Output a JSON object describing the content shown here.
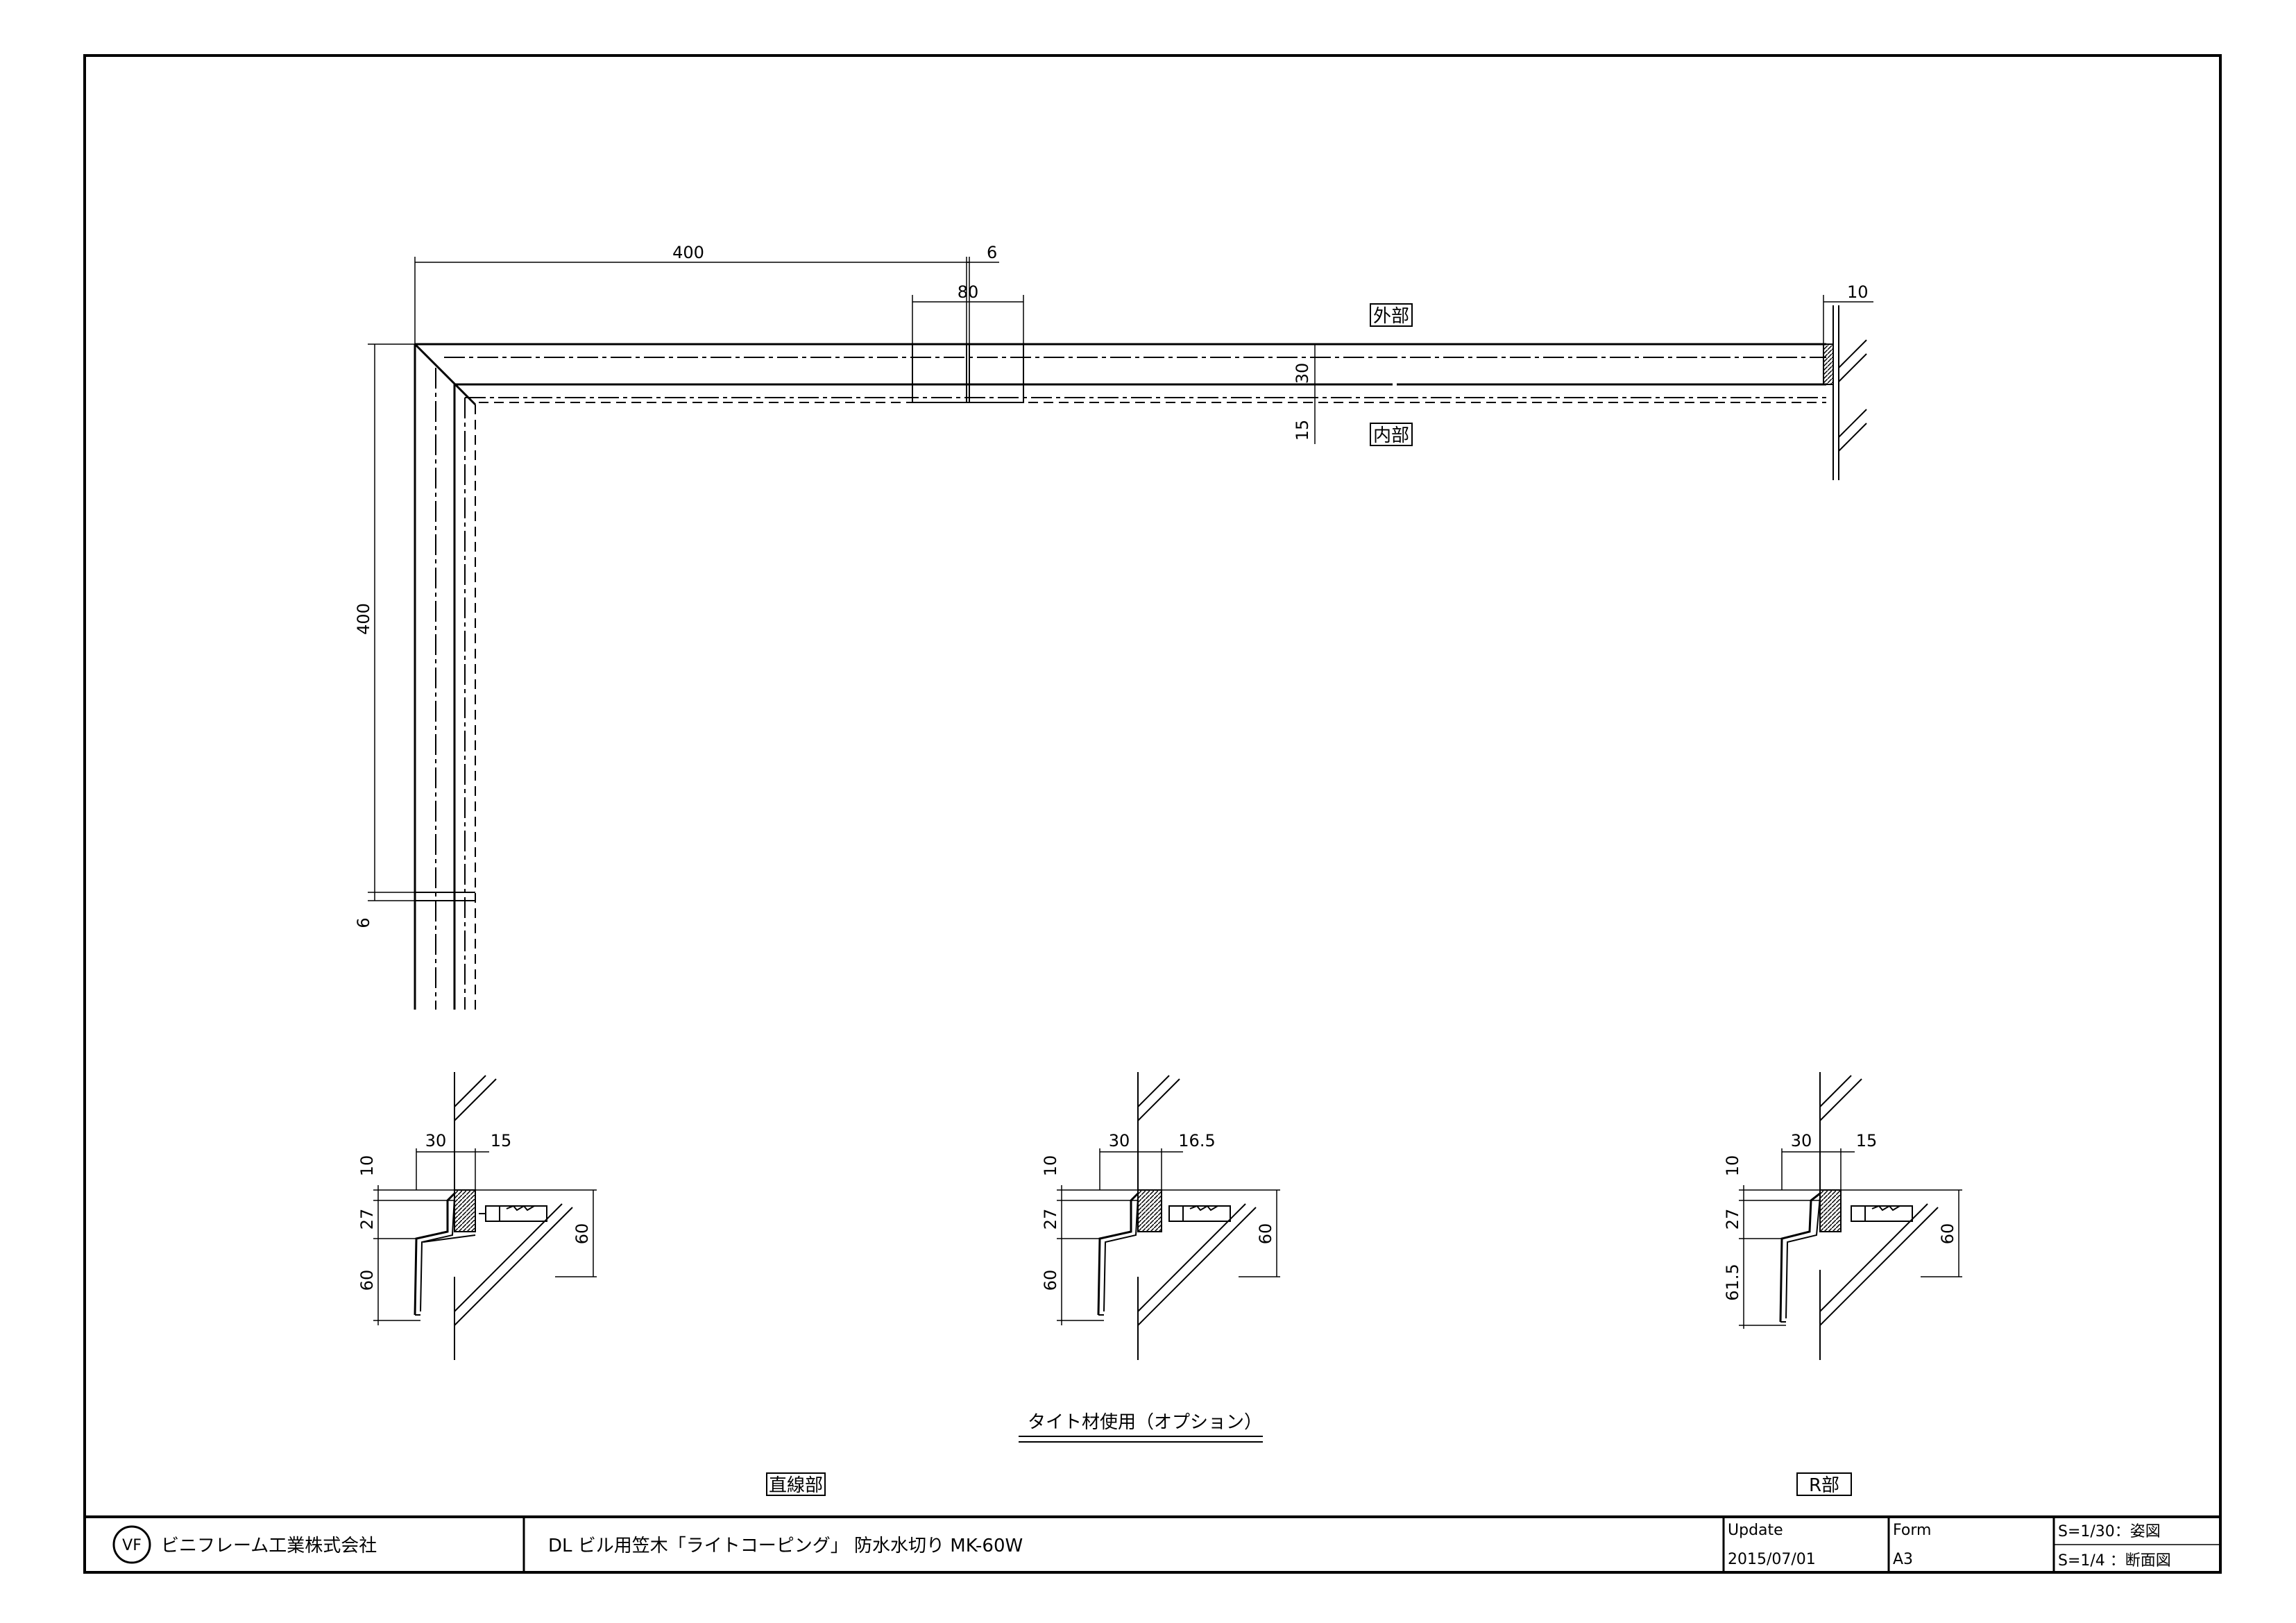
{
  "labels": {
    "outer": "外部",
    "inner": "内部",
    "tight_material": "タイト材使用（オプション）",
    "straight_part": "直線部",
    "r_part": "R部"
  },
  "plan_dims": {
    "length_h": "400",
    "gap": "6",
    "joint": "80",
    "end_gap": "10",
    "width_outer": "30",
    "width_inner": "15",
    "length_v": "400",
    "gap_v": "6"
  },
  "sections": [
    {
      "name": "left",
      "top_w": "30",
      "right_w": "15",
      "h1": "10",
      "h2": "27",
      "h3": "60",
      "total": "60"
    },
    {
      "name": "center",
      "top_w": "30",
      "right_w": "16.5",
      "h1": "10",
      "h2": "27",
      "h3": "60",
      "total": "60"
    },
    {
      "name": "right",
      "top_w": "30",
      "right_w": "15",
      "h1": "10",
      "h2": "27",
      "h3": "61.5",
      "total": "60"
    }
  ],
  "title_block": {
    "company": "ビニフレーム工業株式会社",
    "logo_text": "VF",
    "title": "DL ビル用笠木「ライトコーピング」 防水水切り MK-60W",
    "update_label": "Update",
    "update_value": "2015/07/01",
    "form_label": "Form",
    "form_value": "A3",
    "scale1": "S=1/30：姿図",
    "scale2": "S=1/4 ：断面図"
  }
}
